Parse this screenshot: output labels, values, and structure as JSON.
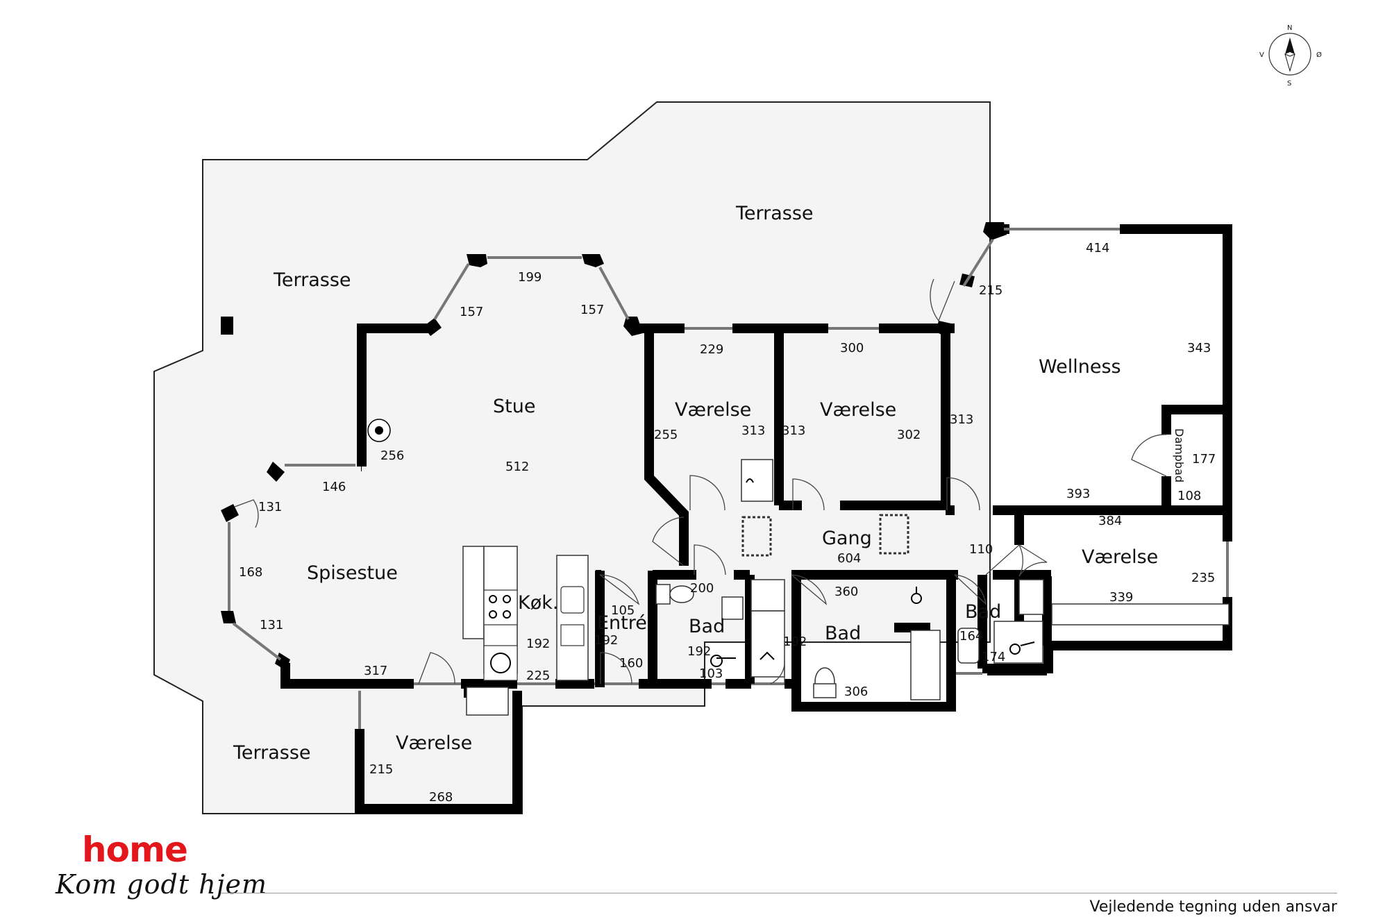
{
  "rooms": {
    "terrasse_top": "Terrasse",
    "terrasse_left": "Terrasse",
    "terrasse_bottom": "Terrasse",
    "stue": "Stue",
    "spisestue": "Spisestue",
    "kokken": "Køk.",
    "entre": "Entré",
    "vaerelse_1": "Værelse",
    "vaerelse_2": "Værelse",
    "vaerelse_3": "Værelse",
    "vaerelse_4": "Værelse",
    "wellness": "Wellness",
    "dampbad": "Dampbad",
    "gang": "Gang",
    "bad_1": "Bad",
    "bad_2": "Bad",
    "bad_3": "Bad"
  },
  "dimensions": {
    "d199": "199",
    "d157a": "157",
    "d157b": "157",
    "d256": "256",
    "d512": "512",
    "d146": "146",
    "d131a": "131",
    "d168": "168",
    "d131b": "131",
    "d317": "317",
    "d229": "229",
    "d255": "255",
    "d313a": "313",
    "d313b": "313",
    "d300": "300",
    "d302": "302",
    "d313c": "313",
    "d414": "414",
    "d215a": "215",
    "d343": "343",
    "d177": "177",
    "d393": "393",
    "d108": "108",
    "d384": "384",
    "d235": "235",
    "d339": "339",
    "d604": "604",
    "d110": "110",
    "d105": "105",
    "d192a": "192",
    "d192b": "192",
    "d160": "160",
    "d225": "225",
    "d200": "200",
    "d192c": "192",
    "d103": "103",
    "d192d": "192",
    "d360": "360",
    "d306": "306",
    "d164": "164",
    "d174": "174",
    "d215b": "215",
    "d268": "268"
  },
  "compass": {
    "n": "N",
    "s": "S",
    "e": "Ø",
    "w": "V"
  },
  "footer": {
    "brand": "home",
    "slogan": "Kom godt hjem",
    "disclaimer": "Vejledende tegning uden ansvar"
  },
  "colors": {
    "brand_red": "#e3161b",
    "terrace_fill": "#f4f4f4",
    "wall": "#000000"
  }
}
